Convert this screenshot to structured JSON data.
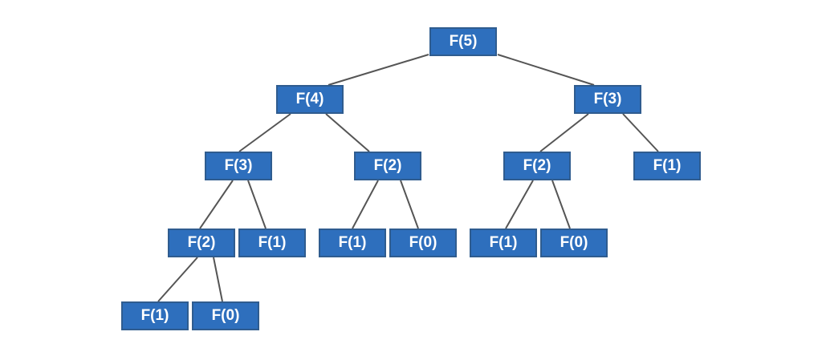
{
  "tree": {
    "root": {
      "label": "F(5)",
      "left": {
        "label": "F(4)",
        "left": {
          "label": "F(3)",
          "left": {
            "label": "F(2)",
            "left": {
              "label": "F(1)"
            },
            "right": {
              "label": "F(0)"
            }
          },
          "right": {
            "label": "F(1)"
          }
        },
        "right": {
          "label": "F(2)",
          "left": {
            "label": "F(1)"
          },
          "right": {
            "label": "F(0)"
          }
        }
      },
      "right": {
        "label": "F(3)",
        "left": {
          "label": "F(2)",
          "left": {
            "label": "F(1)"
          },
          "right": {
            "label": "F(0)"
          }
        },
        "right": {
          "label": "F(1)"
        }
      }
    }
  },
  "colors": {
    "node_fill": "#2e6fbd",
    "node_border": "#2f5c8f",
    "node_text": "#ffffff",
    "edge": "#555555"
  }
}
